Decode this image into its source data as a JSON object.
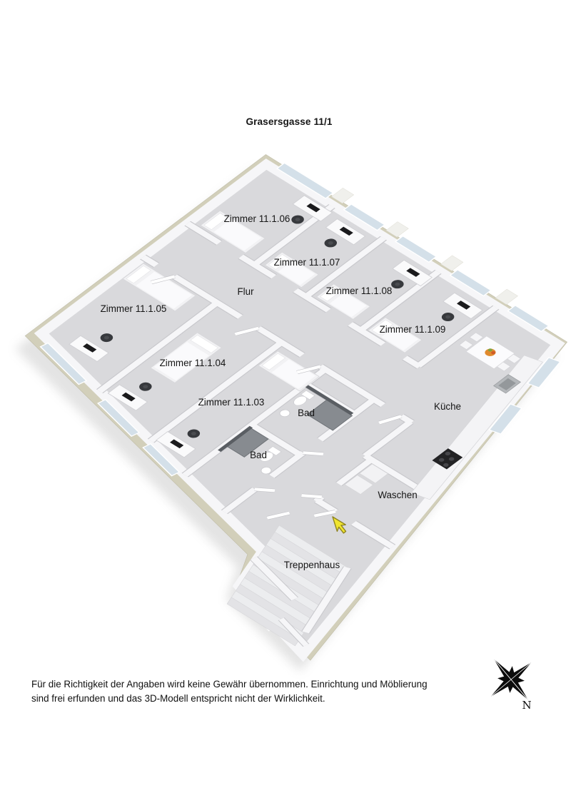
{
  "title": "Grasersgasse 11/1",
  "rooms": [
    {
      "label": "Zimmer 11.1.06"
    },
    {
      "label": "Zimmer 11.1.07"
    },
    {
      "label": "Zimmer 11.1.08"
    },
    {
      "label": "Zimmer 11.1.09"
    },
    {
      "label": "Zimmer 11.1.05"
    },
    {
      "label": "Zimmer 11.1.04"
    },
    {
      "label": "Zimmer 11.1.03"
    },
    {
      "label": "Flur"
    },
    {
      "label": "Bad"
    },
    {
      "label": "Bad"
    },
    {
      "label": "Küche"
    },
    {
      "label": "Waschen"
    },
    {
      "label": "Treppenhaus"
    }
  ],
  "compass": {
    "north_label": "N"
  },
  "disclaimer": {
    "line1": "Für die Richtigkeit der Angaben wird keine Gewähr übernommen. Einrichtung und Möblierung",
    "line2": "sind frei erfunden und das 3D-Modell entspricht nicht der Wirklichkeit."
  },
  "colors": {
    "arrow_accent": "#f0e52f",
    "arrow_outline": "#8f8420",
    "exterior_wall_band": "#d2cfba",
    "interior_wall": "#f6f6f8",
    "wall_edge": "#c8c8cc",
    "floor": "#d9d9dc",
    "window_glass": "#d4e0e9",
    "fruit_bowl": "#e08a2e",
    "compass_ink": "#0c0c0c"
  }
}
